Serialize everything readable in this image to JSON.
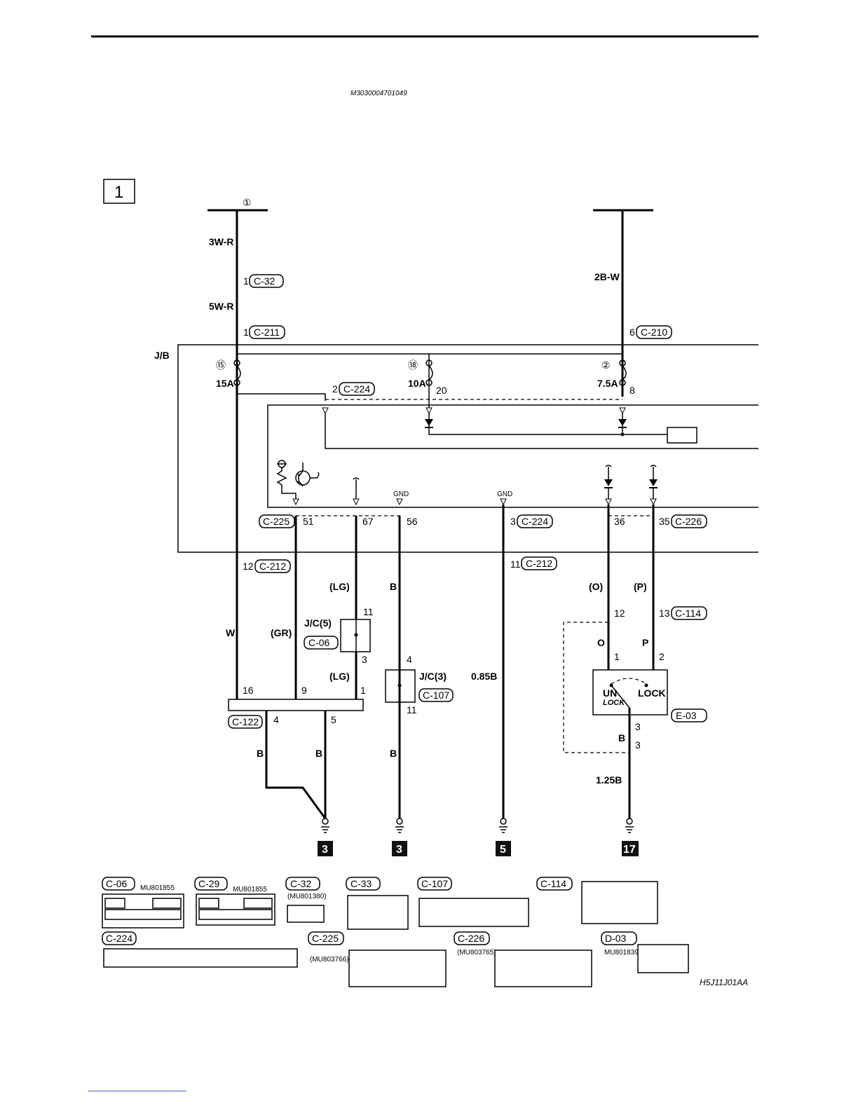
{
  "header": {
    "doc_code": "M3030004701049"
  },
  "section_number": "1",
  "circle_refs": {
    "top": "①",
    "fuse15": "⑮",
    "fuse18": "⑱",
    "fuse2": "②"
  },
  "wires": {
    "w1": "3W-R",
    "w2": "5W-R",
    "w3": "2B-W",
    "w4": "W",
    "w5": "(GR)",
    "w6": "(LG)",
    "w7": "(LG)",
    "w8": "B",
    "w9": "0.85B",
    "w10": "(O)",
    "w11": "(P)",
    "w12": "O",
    "w13": "P",
    "w14": "B",
    "w15": "B",
    "w16": "B",
    "w17": "B",
    "w18": "1.25B"
  },
  "connectors": {
    "c32": "C-32",
    "c211": "C-211",
    "c210": "C-210",
    "c224": "C-224",
    "c225": "C-225",
    "c226": "C-226",
    "c212": "C-212",
    "c06": "C-06",
    "c107": "C-107",
    "c114": "C-114",
    "c122": "C-122",
    "e03": "E-03",
    "c224b": "C-224",
    "c212b": "C-212"
  },
  "pins": {
    "p1a": "1",
    "p1b": "1",
    "p6": "6",
    "p2": "2",
    "p20": "20",
    "p8": "8",
    "p51": "51",
    "p67": "67",
    "p56": "56",
    "p3": "3",
    "p36": "36",
    "p35": "35",
    "p12a": "12",
    "p11a": "11",
    "p11b": "11",
    "p3b": "3",
    "p4": "4",
    "p11c": "11",
    "p12b": "12",
    "p13": "13",
    "p1c": "1",
    "p2b": "2",
    "p16": "16",
    "p9": "9",
    "p1d": "1",
    "p4b": "4",
    "p5": "5",
    "p3c": "3",
    "p3d": "3"
  },
  "labels": {
    "jb": "J/B",
    "fuse15_amp": "15A",
    "fuse18_amp": "10A",
    "fuse2_amp": "7.5A",
    "gnd1": "GND",
    "gnd2": "GND",
    "jc5": "J/C(5)",
    "jc3": "J/C(3)",
    "unlock1": "UN",
    "unlock2": "LOCK",
    "lock": "LOCK"
  },
  "ground_badges": {
    "g1": "3",
    "g2": "3",
    "g3": "5",
    "g4": "17"
  },
  "connector_views": {
    "c06": {
      "name": "C-06",
      "part": "MU801855"
    },
    "c29": {
      "name": "C-29",
      "part": "MU801855"
    },
    "c32": {
      "name": "C-32",
      "part": "(MU801380)"
    },
    "c33": {
      "name": "C-33"
    },
    "c107": {
      "name": "C-107"
    },
    "c114": {
      "name": "C-114"
    },
    "c224": {
      "name": "C-224"
    },
    "c225": {
      "name": "C-225",
      "part": "(MU803766)"
    },
    "c226": {
      "name": "C-226",
      "part": "(MU803765)"
    },
    "d03": {
      "name": "D-03",
      "part": "MU801839"
    }
  },
  "footer": {
    "figure_code": "H5J11J01AA"
  }
}
